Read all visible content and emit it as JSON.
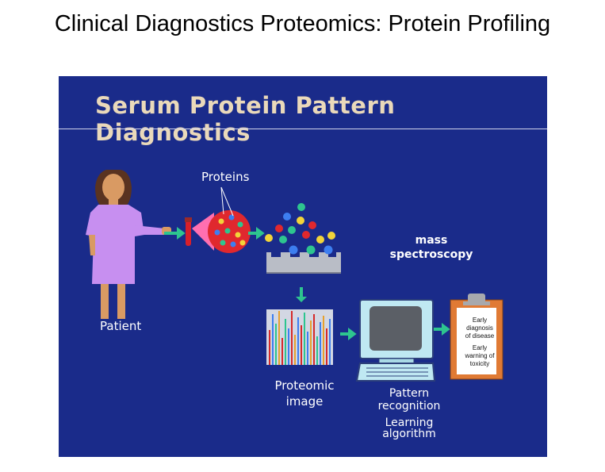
{
  "page": {
    "title": "Clinical Diagnostics Proteomics: Protein Profiling"
  },
  "slide": {
    "title": "Serum Protein Pattern Diagnostics",
    "background_color": "#1a2b8a",
    "labels": {
      "proteins": "Proteins",
      "patient": "Patient",
      "mass_spec_line1": "mass",
      "mass_spec_line2": "spectroscopy",
      "proteomic_image_line1": "Proteomic",
      "proteomic_image_line2": "image",
      "pattern_recognition_line1": "Pattern",
      "pattern_recognition_line2": "recognition",
      "learning_algorithm_line1": "Learning",
      "learning_algorithm_line2": "algorithm"
    },
    "clipboard": {
      "item1_line1": "Early",
      "item1_line2": "diagnosis",
      "item1_line3": "of disease",
      "item2_line1": "Early",
      "item2_line2": "warning of",
      "item2_line3": "toxicity"
    },
    "icons": [
      "patient-figure-icon",
      "blood-tube-icon",
      "protein-magnifier-icon",
      "protein-molecules-icon",
      "mass-spec-plate-icon",
      "spectrum-image-icon",
      "computer-icon",
      "clipboard-icon"
    ],
    "colors": {
      "title": "#ead9ba",
      "arrows": "#2ec58f",
      "patient_dress": "#c78ff0",
      "protein_red": "#e0282e",
      "protein_blue": "#3d7ef0",
      "protein_green": "#2ec58f",
      "protein_yellow": "#f2d43a",
      "clipboard": "#e07a34"
    }
  }
}
